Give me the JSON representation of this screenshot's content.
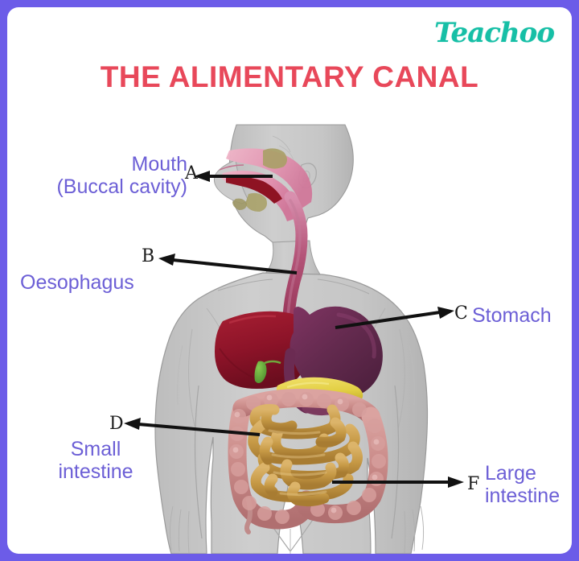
{
  "brand": {
    "name": "Teachoo",
    "color": "#16BFA6"
  },
  "title": {
    "text": "THE ALIMENTARY CANAL",
    "color": "#E8485A"
  },
  "frame": {
    "border_color": "#6C5CE8",
    "background": "#ffffff"
  },
  "label_color": "#6C5FD6",
  "diagram": {
    "subject": "human-alimentary-canal",
    "body_color": "#C9C9C9",
    "labels": [
      {
        "letter": "A",
        "text": "Mouth\n(Buccal cavity)",
        "arrow": "left",
        "organ": "mouth-buccal-cavity",
        "organ_color": "#E89BB6"
      },
      {
        "letter": "B",
        "text": "Oesophagus",
        "arrow": "left",
        "organ": "oesophagus",
        "organ_color": "#A23A5E"
      },
      {
        "letter": "C",
        "text": "Stomach",
        "arrow": "right",
        "organ": "stomach",
        "organ_color": "#6B2B52"
      },
      {
        "letter": "D",
        "text": "Small\nintestine",
        "arrow": "left",
        "organ": "small-intestine",
        "organ_color": "#C89A4A"
      },
      {
        "letter": "F",
        "text": "Large\nintestine",
        "arrow": "right",
        "organ": "large-intestine",
        "organ_color": "#C98A88"
      }
    ],
    "unlabelled_organs": [
      {
        "name": "liver",
        "color": "#8E1A2E"
      },
      {
        "name": "gallbladder",
        "color": "#5FA83C"
      },
      {
        "name": "pancreas",
        "color": "#E8D24A"
      },
      {
        "name": "salivary-glands",
        "color": "#A8A066"
      }
    ]
  }
}
